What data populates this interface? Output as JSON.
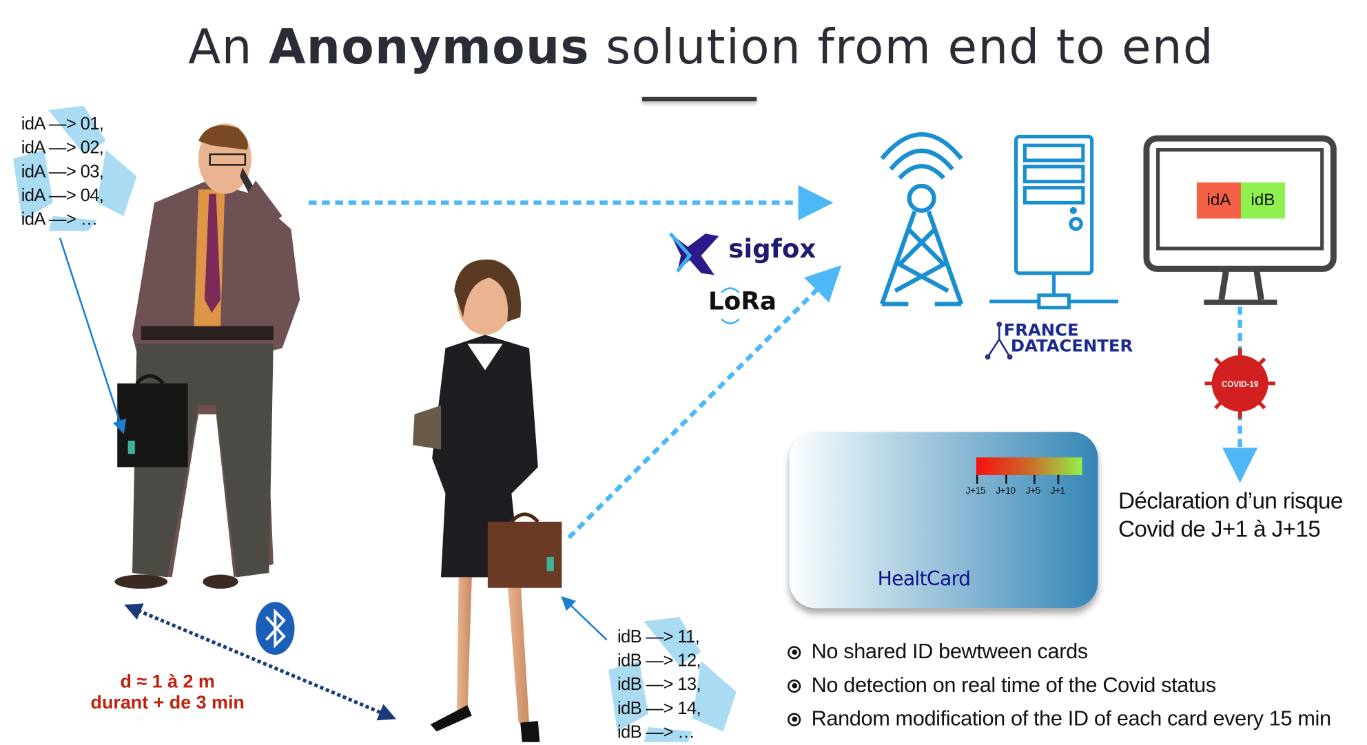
{
  "title": {
    "prefix": "An ",
    "bold": "Anonymous",
    "suffix": " solution from end to end"
  },
  "person_a_ids": [
    "idA —> 01,",
    "idA —> 02,",
    "idA —> 03,",
    "idA —> 04,",
    "idA —> …"
  ],
  "person_b_ids": [
    "idB —> 11,",
    "idB —> 12,",
    "idB —> 13,",
    "idB —> 14,",
    "idB —> …"
  ],
  "distance": {
    "line1": "d ≈ 1 à 2 m",
    "line2": "durant + de 3 min"
  },
  "networks": {
    "sigfox": "sigfox",
    "lora": "LoRa"
  },
  "datacenter": {
    "line1": "FRANCE",
    "line2": "DATACENTER"
  },
  "monitor": {
    "id_a": "idA",
    "id_b": "idB"
  },
  "covid_badge": "COVID-19",
  "declaration": {
    "line1": "Déclaration d’un risque",
    "line2": "Covid de J+1 à J+15"
  },
  "card": {
    "brand": "HealtCard",
    "scale_labels": [
      "J+15",
      "J+10",
      "J+5",
      "J+1"
    ]
  },
  "bullets": [
    "No shared ID bewtween cards",
    "No detection on real time of the Covid status",
    "Random modification of the ID of each card every 15 min"
  ],
  "colors": {
    "arrow": "#4db8f5",
    "tower": "#1a8fd0",
    "red_text": "#c0200e",
    "navy": "#1b2a8f"
  }
}
